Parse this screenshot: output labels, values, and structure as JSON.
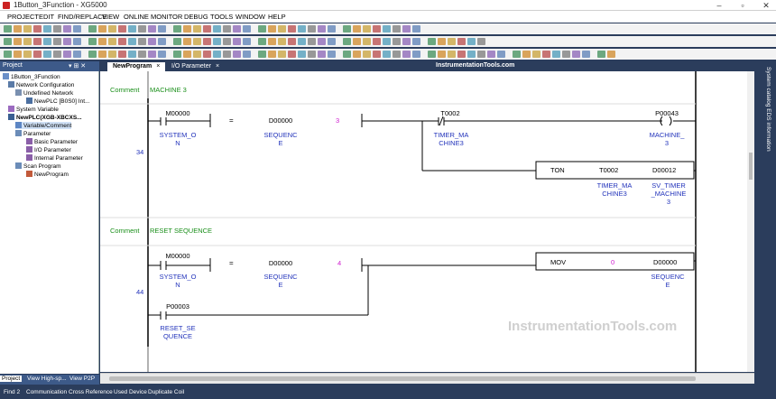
{
  "window": {
    "title": "1Button_3Function - XG5000",
    "min": "–",
    "max": "▫",
    "close": "✕"
  },
  "menu": [
    "PROJECT",
    "EDIT",
    "FIND/REPLACE",
    "VIEW",
    "ONLINE",
    "MONITOR",
    "DEBUG",
    "TOOLS",
    "WINDOW",
    "HELP"
  ],
  "toolbar": {
    "brand": "InstrumentationTools.com"
  },
  "project": {
    "header": "Project",
    "header_controls": "▾ ⊞ ✕",
    "tree": [
      {
        "label": "1Button_3Function"
      },
      {
        "label": "Network Configuration"
      },
      {
        "label": "Undefined Network"
      },
      {
        "label": "NewPLC [B0S0] Int..."
      },
      {
        "label": "System Variable"
      },
      {
        "label": "NewPLC(XGB-XBCXS..."
      },
      {
        "label": "Variable/Comment"
      },
      {
        "label": "Parameter"
      },
      {
        "label": "Basic Parameter"
      },
      {
        "label": "I/O Parameter"
      },
      {
        "label": "Internal Parameter"
      },
      {
        "label": "Scan Program"
      },
      {
        "label": "NewProgram"
      }
    ],
    "tabs": [
      "Project",
      "View High-sp...",
      "View P2P"
    ]
  },
  "doc_tabs": [
    {
      "label": "NewProgram",
      "close": "×"
    },
    {
      "label": "I/O Parameter",
      "close": "×"
    }
  ],
  "ladder": {
    "rung1": {
      "comment_label": "Comment",
      "comment": "MACHINE 3",
      "step": "34",
      "contact": {
        "addr": "M00000",
        "name1": "SYSTEM_O",
        "name2": "N"
      },
      "compare": {
        "op": "=",
        "addr": "D00000",
        "name1": "SEQUENC",
        "name2": "E",
        "value": "3"
      },
      "nc_contact": {
        "addr": "T0002",
        "name1": "TIMER_MA",
        "name2": "CHINE3"
      },
      "coil": {
        "addr": "P00043",
        "name1": "MACHINE_",
        "name2": "3"
      },
      "ton": {
        "instr": "TON",
        "timer": "T0002",
        "timer_name1": "TIMER_MA",
        "timer_name2": "CHINE3",
        "preset": "D00012",
        "preset_name1": "SV_TIMER",
        "preset_name2": "_MACHINE",
        "preset_name3": "3"
      }
    },
    "rung2": {
      "comment_label": "Comment",
      "comment": "RESET SEQUENCE",
      "step": "44",
      "contact": {
        "addr": "M00000",
        "name1": "SYSTEM_O",
        "name2": "N"
      },
      "compare": {
        "op": "=",
        "addr": "D00000",
        "name1": "SEQUENC",
        "name2": "E",
        "value": "4"
      },
      "mov": {
        "instr": "MOV",
        "src": "0",
        "dest": "D00000",
        "dest_name1": "SEQUENC",
        "dest_name2": "E"
      },
      "reset_contact": {
        "addr": "P00003",
        "name1": "RESET_SE",
        "name2": "QUENCE"
      }
    },
    "watermark": "InstrumentationTools.com"
  },
  "right_panel": "System catalog   EDS information",
  "status": [
    "Find 2",
    "Communication",
    "Cross Reference",
    "Used Device",
    "Duplicate Coil"
  ]
}
